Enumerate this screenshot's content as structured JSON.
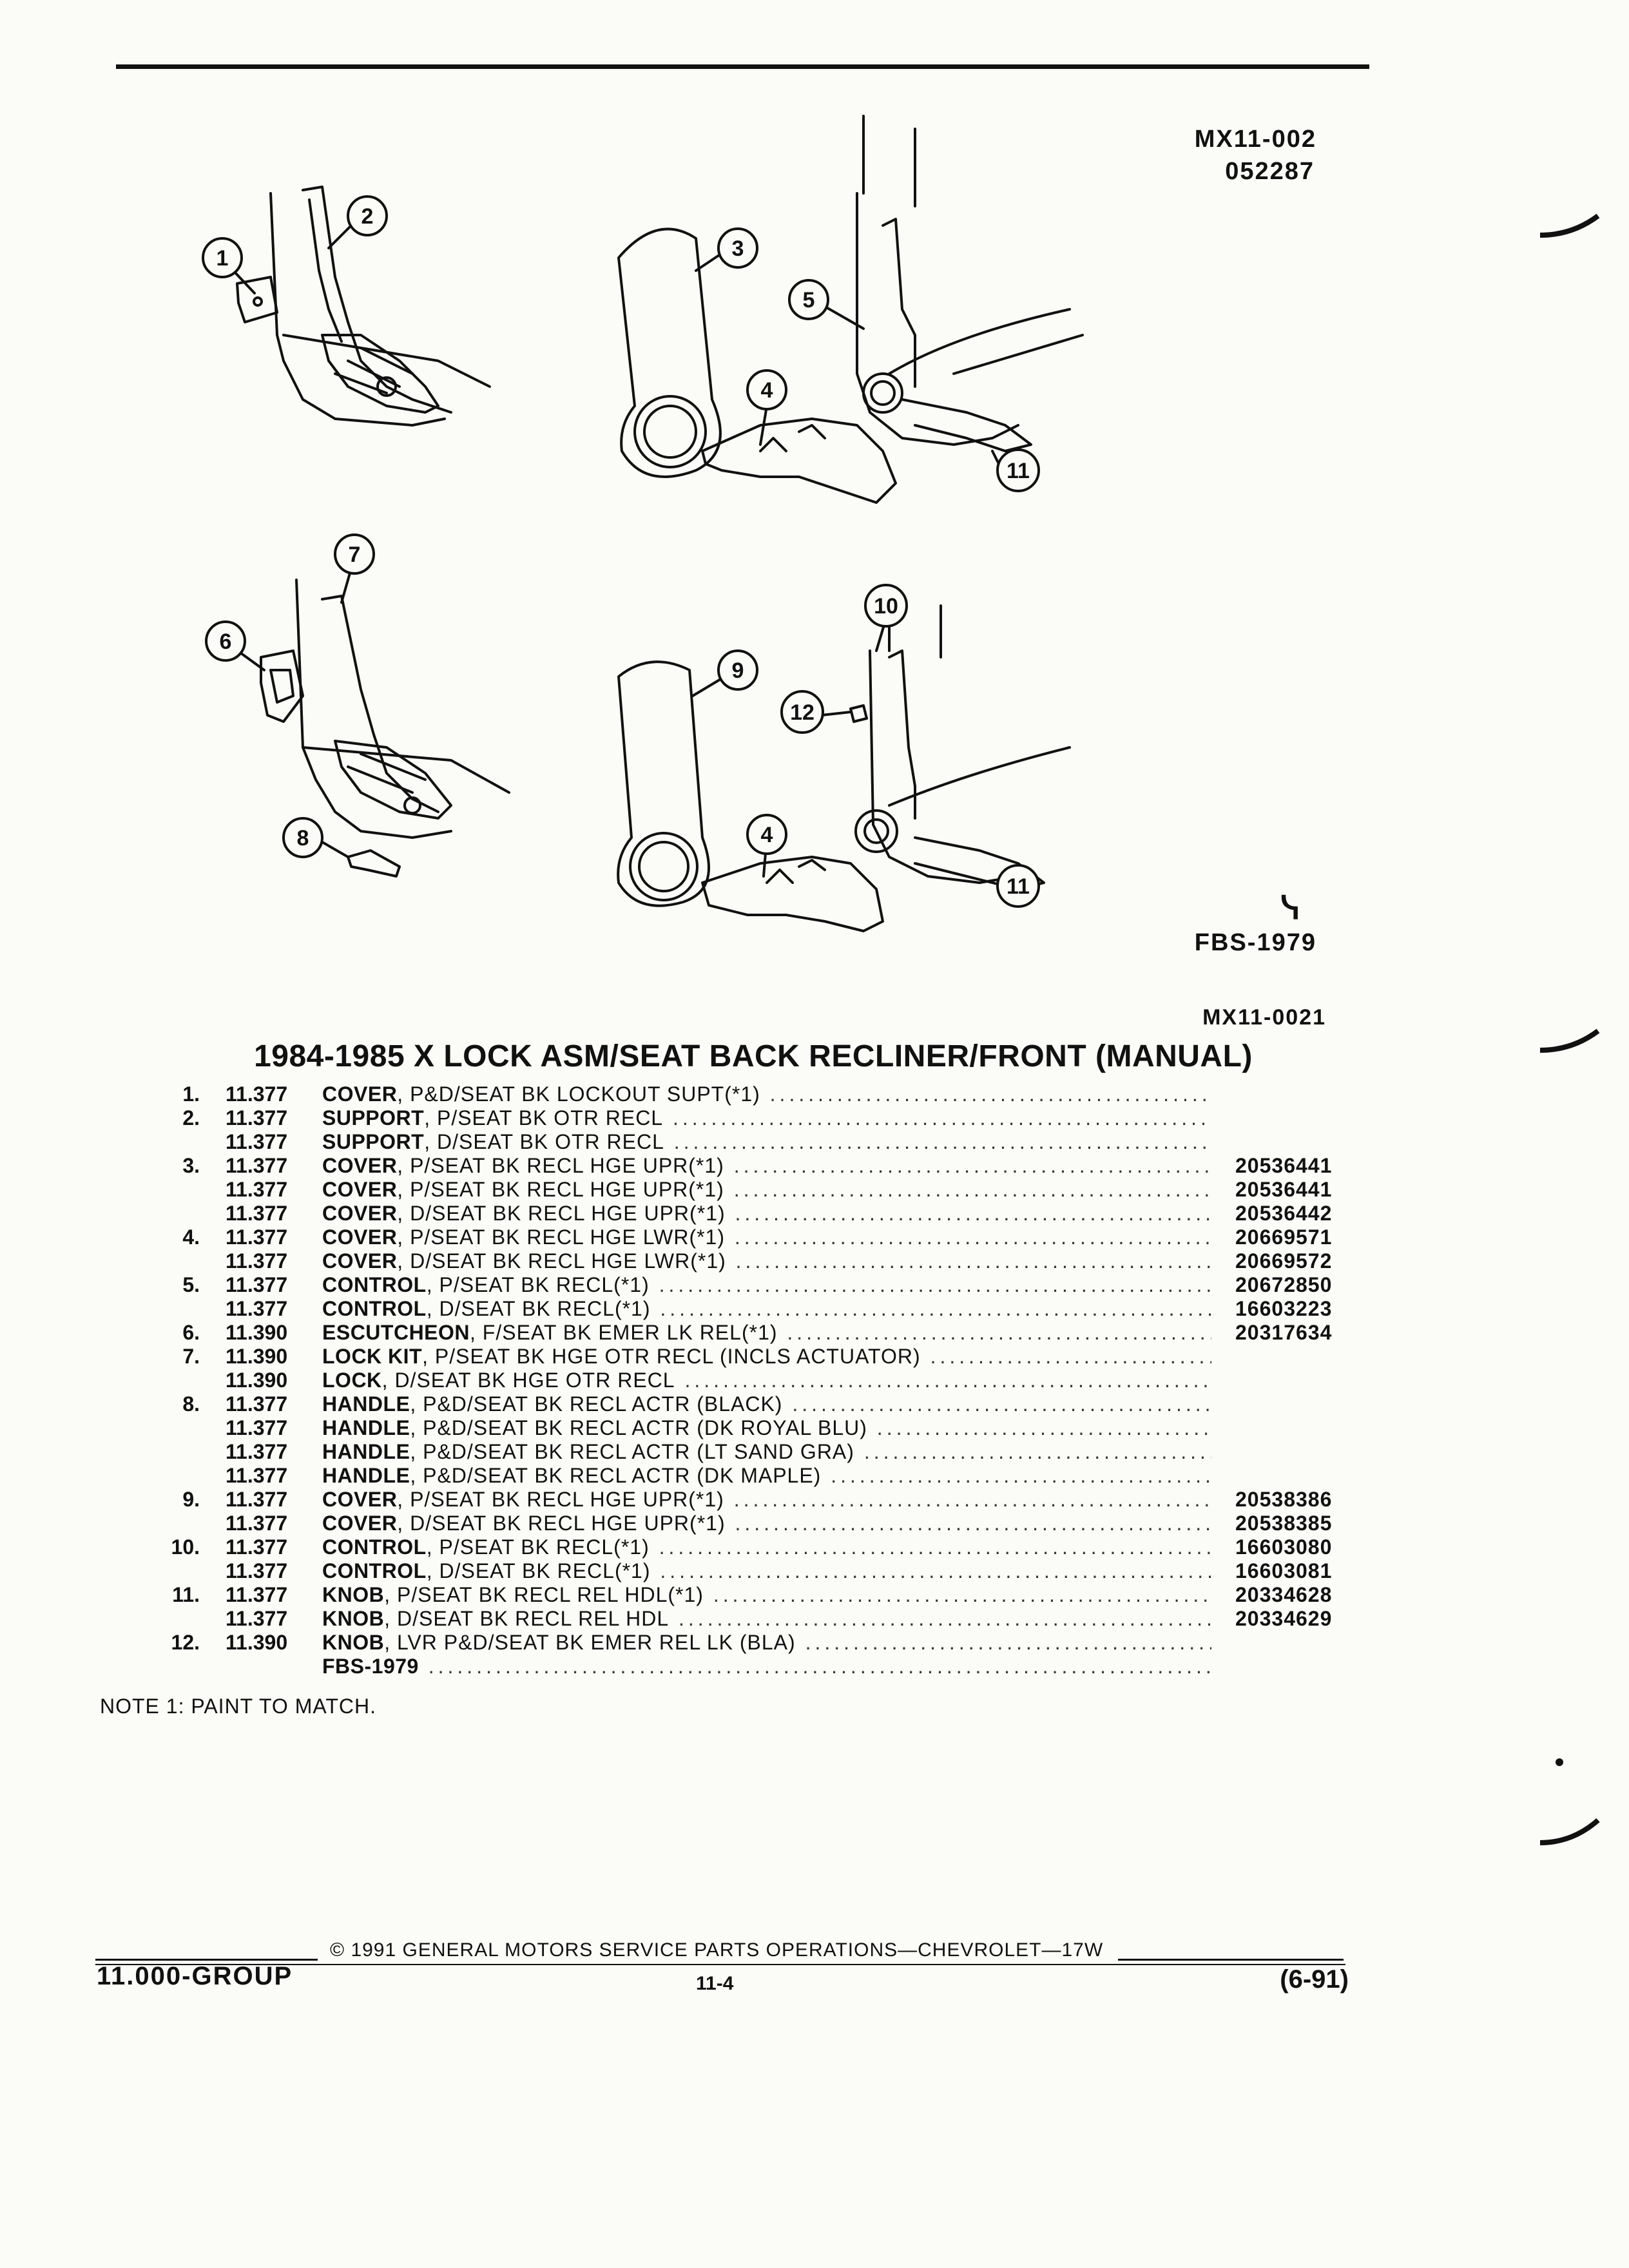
{
  "header": {
    "code_line1": "MX11-002",
    "code_line2": "052287"
  },
  "illustration_upper": {
    "callouts": [
      "1",
      "2",
      "3",
      "4",
      "5",
      "11"
    ]
  },
  "illustration_lower": {
    "callouts": [
      "6",
      "7",
      "8",
      "9",
      "10",
      "12",
      "4",
      "11"
    ]
  },
  "illustration_logo": "ᓭ",
  "illustration_code": "FBS-1979",
  "section_code": "MX11-0021",
  "title": "1984-1985 X LOCK ASM/SEAT BACK RECLINER/FRONT (MANUAL)",
  "parts": [
    {
      "num": "1.",
      "grp": "11.377",
      "name": "COVER",
      "desc": ", P&D/SEAT BK LOCKOUT SUPT(*1)",
      "pn": ""
    },
    {
      "num": "2.",
      "grp": "11.377",
      "name": "SUPPORT",
      "desc": ", P/SEAT BK OTR RECL",
      "pn": ""
    },
    {
      "num": "",
      "grp": "11.377",
      "name": "SUPPORT",
      "desc": ", D/SEAT BK OTR RECL",
      "pn": ""
    },
    {
      "num": "3.",
      "grp": "11.377",
      "name": "COVER",
      "desc": ", P/SEAT BK RECL HGE UPR(*1)",
      "pn": "20536441"
    },
    {
      "num": "",
      "grp": "11.377",
      "name": "COVER",
      "desc": ", P/SEAT BK RECL HGE UPR(*1)",
      "pn": "20536441"
    },
    {
      "num": "",
      "grp": "11.377",
      "name": "COVER",
      "desc": ", D/SEAT BK RECL HGE UPR(*1)",
      "pn": "20536442"
    },
    {
      "num": "4.",
      "grp": "11.377",
      "name": "COVER",
      "desc": ", P/SEAT BK RECL HGE LWR(*1)",
      "pn": "20669571"
    },
    {
      "num": "",
      "grp": "11.377",
      "name": "COVER",
      "desc": ", D/SEAT BK RECL HGE LWR(*1)",
      "pn": "20669572"
    },
    {
      "num": "5.",
      "grp": "11.377",
      "name": "CONTROL",
      "desc": ", P/SEAT BK RECL(*1)",
      "pn": "20672850"
    },
    {
      "num": "",
      "grp": "11.377",
      "name": "CONTROL",
      "desc": ", D/SEAT BK RECL(*1)",
      "pn": "16603223"
    },
    {
      "num": "6.",
      "grp": "11.390",
      "name": "ESCUTCHEON",
      "desc": ", F/SEAT BK EMER LK REL(*1)",
      "pn": "20317634"
    },
    {
      "num": "7.",
      "grp": "11.390",
      "name": "LOCK KIT",
      "desc": ", P/SEAT BK HGE OTR RECL (INCLS ACTUATOR)",
      "pn": ""
    },
    {
      "num": "",
      "grp": "11.390",
      "name": "LOCK",
      "desc": ", D/SEAT BK HGE OTR RECL",
      "pn": ""
    },
    {
      "num": "8.",
      "grp": "11.377",
      "name": "HANDLE",
      "desc": ", P&D/SEAT BK RECL ACTR (BLACK)",
      "pn": ""
    },
    {
      "num": "",
      "grp": "11.377",
      "name": "HANDLE",
      "desc": ", P&D/SEAT BK RECL ACTR (DK ROYAL BLU)",
      "pn": ""
    },
    {
      "num": "",
      "grp": "11.377",
      "name": "HANDLE",
      "desc": ", P&D/SEAT BK RECL ACTR (LT SAND GRA)",
      "pn": ""
    },
    {
      "num": "",
      "grp": "11.377",
      "name": "HANDLE",
      "desc": ", P&D/SEAT BK RECL ACTR (DK MAPLE)",
      "pn": ""
    },
    {
      "num": "9.",
      "grp": "11.377",
      "name": "COVER",
      "desc": ", P/SEAT BK RECL HGE UPR(*1)",
      "pn": "20538386"
    },
    {
      "num": "",
      "grp": "11.377",
      "name": "COVER",
      "desc": ", D/SEAT BK RECL HGE UPR(*1)",
      "pn": "20538385"
    },
    {
      "num": "10.",
      "grp": "11.377",
      "name": "CONTROL",
      "desc": ", P/SEAT BK RECL(*1)",
      "pn": "16603080"
    },
    {
      "num": "",
      "grp": "11.377",
      "name": "CONTROL",
      "desc": ", D/SEAT BK RECL(*1)",
      "pn": "16603081"
    },
    {
      "num": "11.",
      "grp": "11.377",
      "name": "KNOB",
      "desc": ", P/SEAT BK RECL REL HDL(*1)",
      "pn": "20334628"
    },
    {
      "num": "",
      "grp": "11.377",
      "name": "KNOB",
      "desc": ", D/SEAT BK RECL REL HDL",
      "pn": "20334629"
    },
    {
      "num": "12.",
      "grp": "11.390",
      "name": "KNOB",
      "desc": ", LVR P&D/SEAT BK EMER REL LK (BLA)",
      "pn": ""
    },
    {
      "num": "",
      "grp": "",
      "name": "FBS-1979",
      "desc": "",
      "pn": ""
    }
  ],
  "note": "NOTE  1:  PAINT TO MATCH.",
  "footer": {
    "copyright": "© 1991 GENERAL MOTORS SERVICE PARTS OPERATIONS—CHEVROLET—17W",
    "group": "11.000-GROUP",
    "page": "11-4",
    "date_code": "(6-91)"
  }
}
